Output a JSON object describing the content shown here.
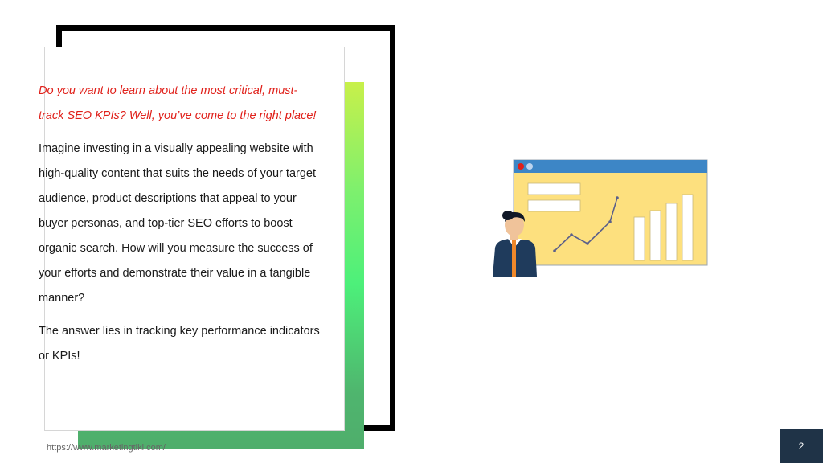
{
  "slide": {
    "intro_text": "Do you want to learn about the most critical, must-track SEO KPIs? Well, you’ve come to the right place!",
    "paragraph_1": "Imagine investing in a visually appealing website with high-quality content that suits the needs of your target audience, product descriptions that appeal to your buyer personas, and top-tier SEO efforts to boost organic search. How will you measure the success of your efforts and demonstrate their value in a tangible manner?",
    "paragraph_2": "The answer lies in tracking key performance indicators or KPIs!",
    "footer_url": "https://www.marketingtiki.com/",
    "page_number": "2"
  },
  "colors": {
    "intro_text": "#e0201a",
    "frame": "#000000",
    "gradient_top": "#c8f04a",
    "gradient_bottom": "#4fae6c",
    "page_badge": "#1f3347",
    "browser_bar": "#3d86c6",
    "browser_body": "#fde07e"
  },
  "illustration": {
    "icon": "analytics-presenter-illustration"
  }
}
